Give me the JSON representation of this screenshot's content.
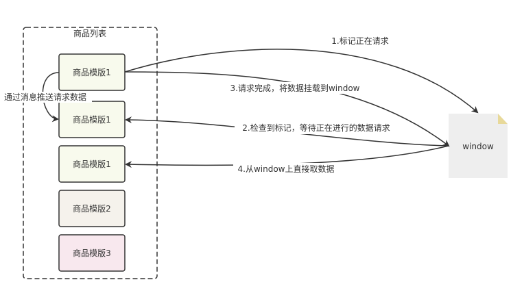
{
  "diagram": {
    "container_label": "商品列表",
    "modules": [
      {
        "label": "商品模版1",
        "fill": "#f8faed"
      },
      {
        "label": "商品模版1",
        "fill": "#f8faed"
      },
      {
        "label": "商品模版1",
        "fill": "#f8faed"
      },
      {
        "label": "商品模版2",
        "fill": "#f5f2ec"
      },
      {
        "label": "商品模版3",
        "fill": "#f8e8ee"
      }
    ],
    "window_label": "window",
    "arrows": {
      "step1": "1.标记正在请求",
      "step2": "2.检查到标记，等待正在进行的数据请求",
      "step3": "3.请求完成，将数据挂载到window",
      "step4": "4.从window上直接取数据",
      "message_push": "通过消息推送请求数据"
    },
    "colors": {
      "stroke": "#333333",
      "window_fill": "#eeeeee",
      "window_fold": "#e8d99a"
    }
  }
}
